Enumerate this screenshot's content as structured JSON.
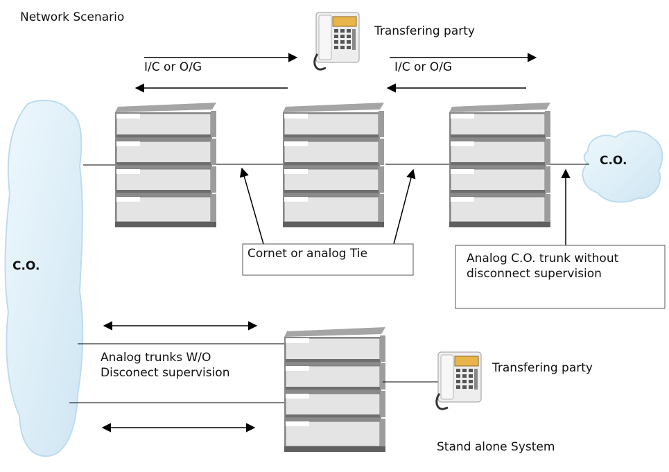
{
  "title": "Network Scenario",
  "labels": {
    "transferring_party_top": "Transfering party",
    "ic_og_left": "I/C or O/G",
    "ic_og_right": "I/C or O/G",
    "co_left": "C.O.",
    "co_right": "C.O.",
    "tie_box": "Cornet or analog Tie",
    "trunk_box_line1": "Analog C.O. trunk without",
    "trunk_box_line2": "disconnect supervision",
    "analog_trunks_line1": "Analog trunks W/O",
    "analog_trunks_line2": "Disconect supervision",
    "transferring_party_bottom": "Transfering party",
    "standalone": "Stand alone System"
  },
  "icons": {
    "phone": "desk-phone-icon",
    "server": "server-rack-icon",
    "cloud": "cloud-icon"
  },
  "colors": {
    "cloud_fill": "#dceef8",
    "cloud_stroke": "#b9d8ea",
    "rack_body": "#e3e3e3",
    "rack_top": "#b0b0b0",
    "rack_shadow": "#6b6b6b",
    "line": "#000000"
  }
}
